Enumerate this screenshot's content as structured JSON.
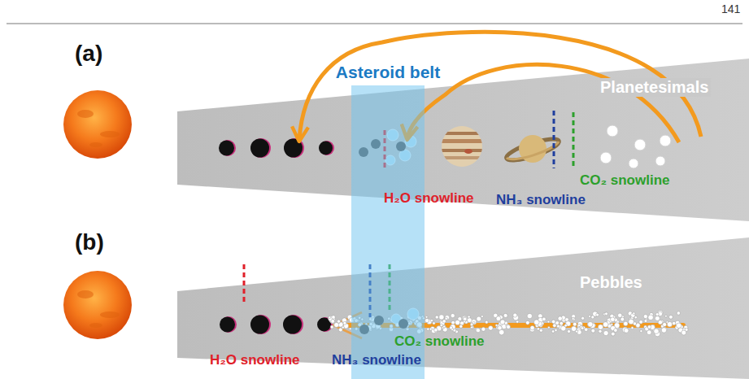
{
  "diagram": {
    "nodes": [
      {
        "text": [
          "Asteroid belt"
        ]
      }
    ],
    "labels": [
      "141",
      "(a)",
      "Planetesimals",
      "H₂O snowline",
      "NH₃ snowline",
      "CO₂ snowline",
      "(b)",
      "Pebbles",
      "CO₂ snowline",
      "H₂O snowline",
      "NH₃ snowline"
    ]
  }
}
